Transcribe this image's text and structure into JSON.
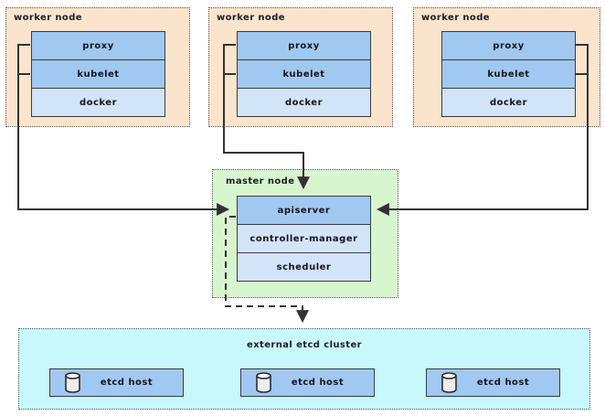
{
  "workers": [
    {
      "label": "worker node",
      "components": [
        "proxy",
        "kubelet",
        "docker"
      ]
    },
    {
      "label": "worker node",
      "components": [
        "proxy",
        "kubelet",
        "docker"
      ]
    },
    {
      "label": "worker node",
      "components": [
        "proxy",
        "kubelet",
        "docker"
      ]
    }
  ],
  "master": {
    "label": "master node",
    "components": [
      "apiserver",
      "controller-manager",
      "scheduler"
    ]
  },
  "etcd": {
    "label": "external etcd cluster",
    "hosts": [
      "etcd host",
      "etcd host",
      "etcd host"
    ]
  },
  "icons": {
    "database": "database-cylinder-icon"
  },
  "colors": {
    "worker_bg": "#FBE4CC",
    "master_bg": "#D7F5CE",
    "etcd_bg": "#C9F8FC",
    "component_primary": "#A0C8F0",
    "component_secondary": "#D2E4F8",
    "line": "#333333"
  }
}
